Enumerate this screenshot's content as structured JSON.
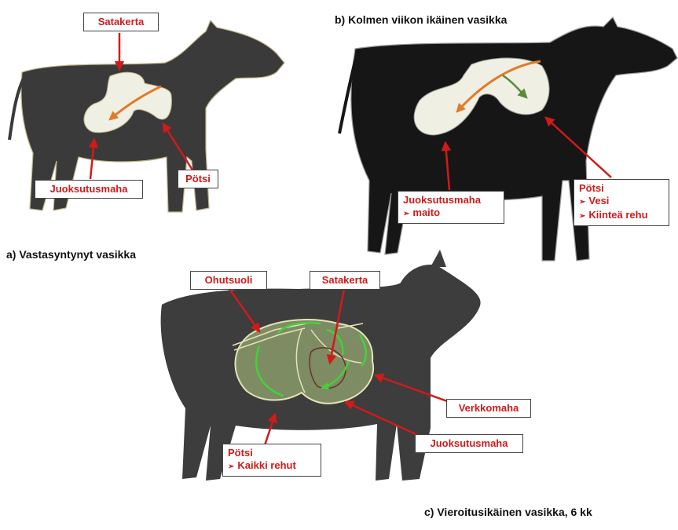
{
  "colors": {
    "calf_body": "#3a3a3a",
    "stomach_fill": "#efefe3",
    "stomach_fill_weaned": "#8a9a6a",
    "label_text": "#d11a1a",
    "arrow_red": "#d11a1a",
    "flow_orange": "#e07b2a",
    "flow_green": "#5a8a3a",
    "flow_bright_green": "#43d13a"
  },
  "panel_a": {
    "caption": "a) Vastasyntynyt vasikka",
    "labels": {
      "satakerta": "Satakerta",
      "juoksutusmaha": "Juoksutusmaha",
      "potsi": "Pötsi"
    }
  },
  "panel_b": {
    "caption": "b) Kolmen viikon ikäinen vasikka",
    "labels": {
      "juoksutusmaha": "Juoksutusmaha",
      "juoksutusmaha_items": [
        "maito"
      ],
      "potsi": "Pötsi",
      "potsi_items": [
        "Vesi",
        "Kiinteä rehu"
      ]
    }
  },
  "panel_c": {
    "caption": "c) Vieroitusikäinen vasikka, 6 kk",
    "labels": {
      "ohutsuoli": "Ohutsuoli",
      "satakerta": "Satakerta",
      "verkkomaha": "Verkkomaha",
      "juoksutusmaha": "Juoksutusmaha",
      "potsi": "Pötsi",
      "potsi_items": [
        "Kaikki rehut"
      ]
    }
  }
}
